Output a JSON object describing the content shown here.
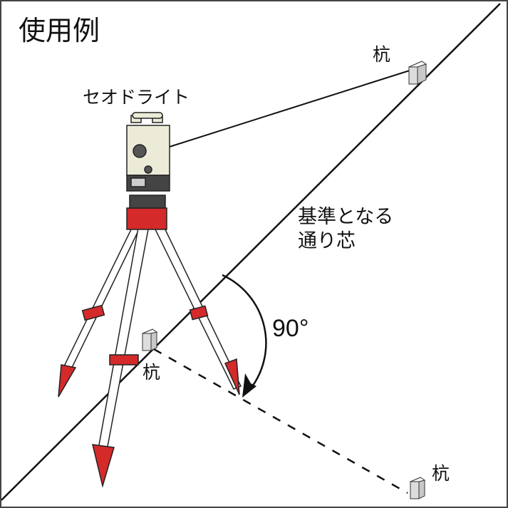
{
  "title": "使用例",
  "labels": {
    "instrument": "セオドライト",
    "reference_line": [
      "基準となる",
      "通り芯"
    ],
    "angle": "90°",
    "stake_top": "杭",
    "stake_left": "杭",
    "stake_bottom": "杭"
  },
  "colors": {
    "tripod_red": "#d42a2a",
    "line": "#111111",
    "stake_fill": "#dcdcdc",
    "instrument_body": "#ecebd8"
  }
}
